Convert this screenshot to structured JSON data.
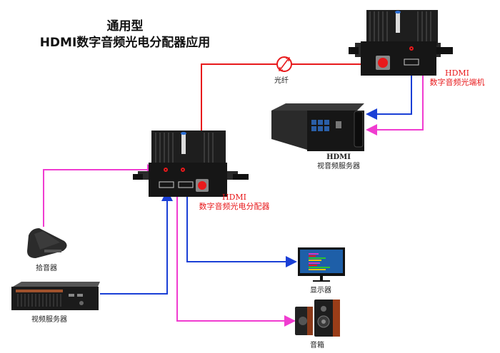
{
  "title": {
    "line1": "通用型",
    "line2": "HDMI数字音频光电分配器应用"
  },
  "devices": {
    "splitter": {
      "line1": "HDMI",
      "line2": "数字音频光电分配器"
    },
    "receiver": {
      "line1": "HDMI",
      "line2": "数字音频光端机"
    },
    "av_server": {
      "line1": "HDMI",
      "line2": "视音频服务器"
    },
    "microphone": {
      "label": "拾音器"
    },
    "video_server": {
      "label": "视频服务器"
    },
    "monitor": {
      "label": "显示器"
    },
    "speakers": {
      "label": "音箱"
    }
  },
  "fiber": {
    "label": "光纤"
  },
  "colors": {
    "fiber": "#e8191b",
    "hdmi": "#1a3fd6",
    "audio": "#f03cd0",
    "device_body": "#1b1b1b",
    "label_red": "#e8191b"
  }
}
